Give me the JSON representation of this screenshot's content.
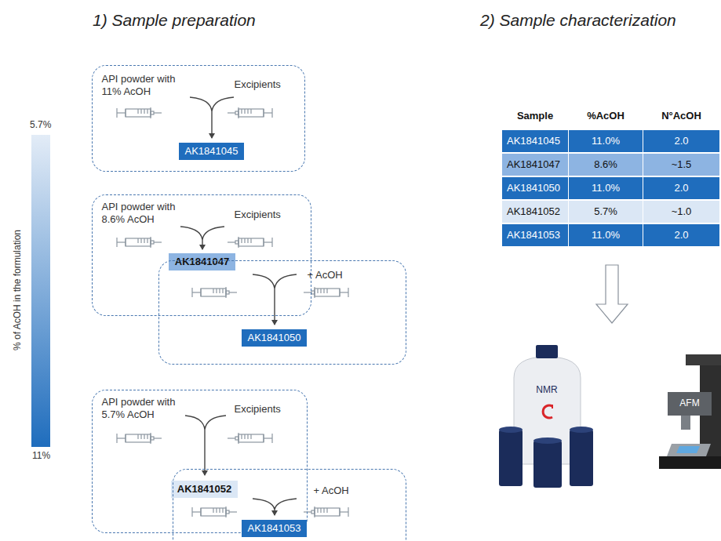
{
  "diagram": {
    "nodes": [
      {
        "text": [
          "API powder with 11% AcOH",
          "Excipients"
        ]
      },
      {
        "text": [
          "AK1841045"
        ],
        "in": 0
      },
      {
        "text": [
          "API powder with 8.6% AcOH",
          "Excipients"
        ]
      },
      {
        "text": [
          "AK1841047"
        ],
        "in": 2
      },
      {
        "text": [
          "+ AcOH"
        ]
      },
      {
        "text": [
          "AK1841050"
        ],
        "in": 4
      },
      {
        "text": [
          "API powder with 5.7% AcOH",
          "Excipients"
        ]
      },
      {
        "text": [
          "AK1841052"
        ],
        "in": 6
      },
      {
        "text": [
          "+ AcOH"
        ]
      },
      {
        "text": [
          "AK1841053"
        ],
        "in": 8
      }
    ],
    "labels": [
      "1) Sample preparation",
      "2) Sample characterization",
      "5.7%",
      "11%",
      "% of AcOH in the formulation",
      "Sample",
      "%AcOH",
      "N°AcOH",
      "AK1841045",
      "11.0%",
      "2.0",
      "AK1841047",
      "8.6%",
      "~1.5",
      "AK1841050",
      "11.0%",
      "2.0",
      "AK1841052",
      "5.7%",
      "~1.0",
      "AK1841053",
      "11.0%",
      "2.0",
      "NMR",
      "AFM"
    ]
  }
}
